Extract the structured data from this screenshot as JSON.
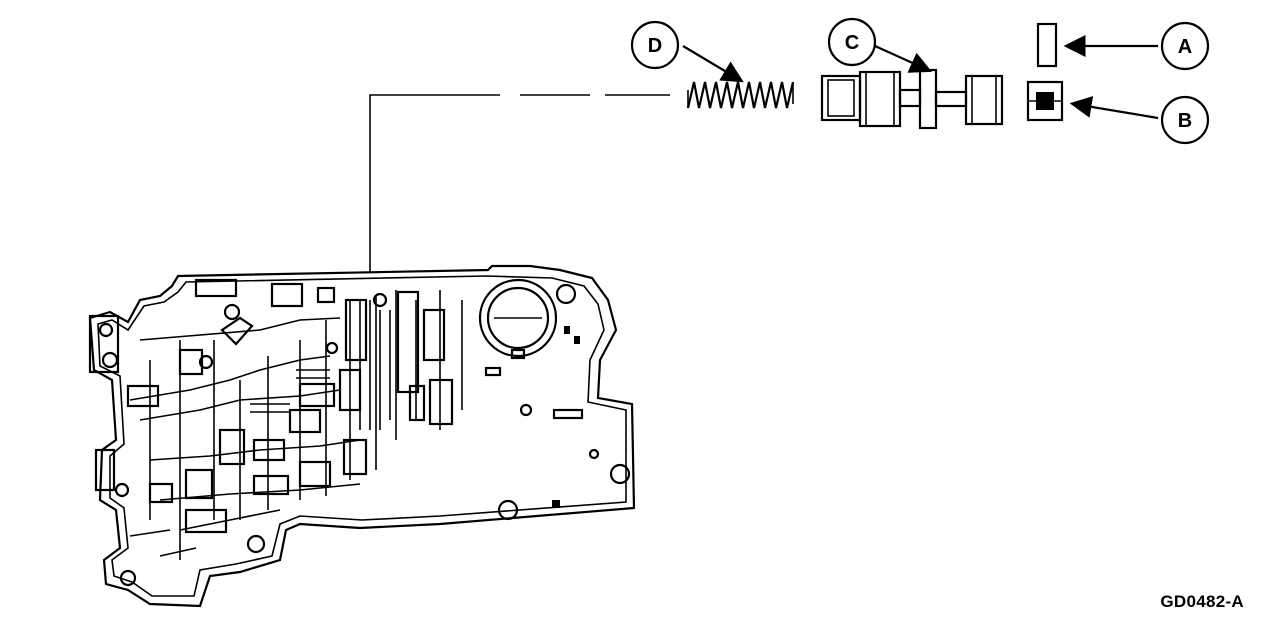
{
  "callouts": {
    "a": "A",
    "b": "B",
    "c": "C",
    "d": "D"
  },
  "figure_id": "GD0482-A"
}
